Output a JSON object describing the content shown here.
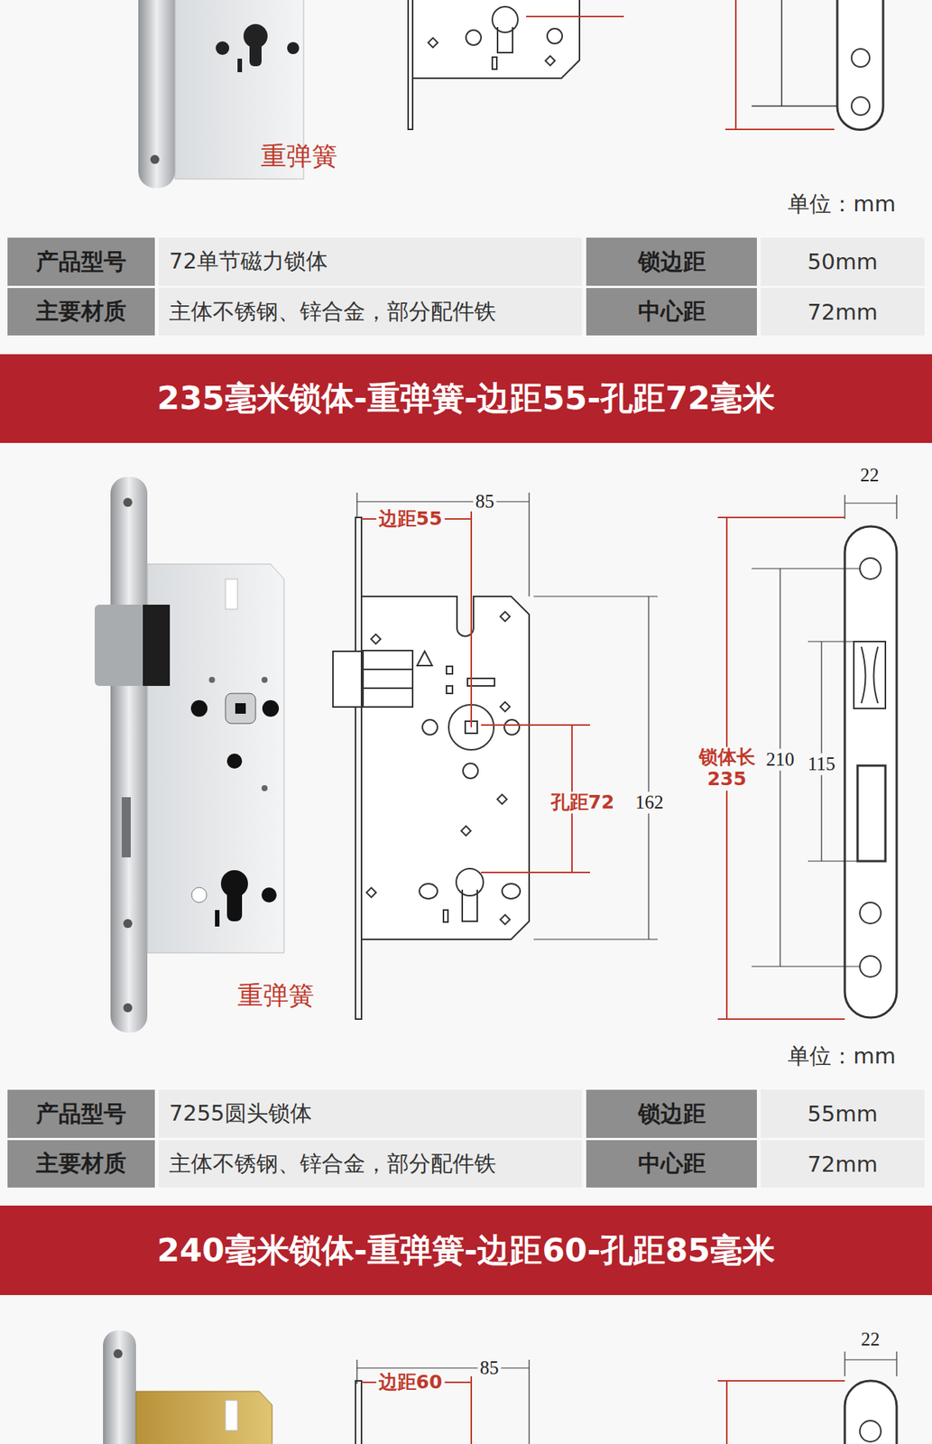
{
  "diagram": {
    "nodes": [
      {
        "text": [
          "235毫米锁体-重弹簧-边距55-孔距72毫米"
        ]
      },
      {
        "text": [
          "240毫米锁体-重弹簧-边距60-孔距85毫米"
        ]
      }
    ],
    "labels": [
      "重弹簧",
      "单位：mm",
      "产品型号",
      "72单节磁力锁体",
      "锁边距",
      "50mm",
      "主要材质",
      "主体不锈钢、锌合金，部分配件铁",
      "中心距",
      "72mm",
      "边距55",
      "85",
      "22",
      "锁体长 235",
      "210",
      "115",
      "孔距72",
      "162",
      "重弹簧",
      "单位：mm",
      "产品型号",
      "7255圆头锁体",
      "锁边距",
      "55mm",
      "主要材质",
      "主体不锈钢、锌合金，部分配件铁",
      "中心距",
      "72mm",
      "边距60",
      "85",
      "22"
    ]
  }
}
